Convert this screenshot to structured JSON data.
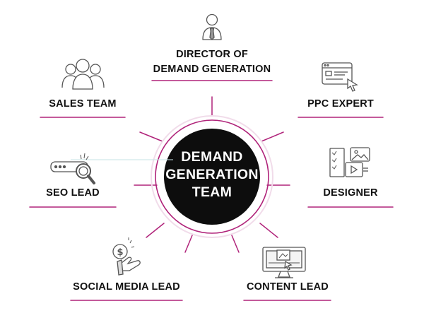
{
  "colors": {
    "accent": "#b0237a",
    "ring": "#f1dcea",
    "center_fill": "#0d0d0d",
    "text": "#111111",
    "icon_stroke": "#555555"
  },
  "center": {
    "lines": [
      "DEMAND",
      "GENERATION",
      "TEAM"
    ]
  },
  "roles": {
    "director": {
      "line1": "DIRECTOR OF",
      "line2": "DEMAND GENERATION",
      "icon": "person-with-tie-icon"
    },
    "sales": {
      "label": "SALES TEAM",
      "icon": "group-people-icon"
    },
    "ppc": {
      "label": "PPC EXPERT",
      "icon": "browser-cursor-icon"
    },
    "seo": {
      "label": "SEO LEAD",
      "icon": "magnifier-search-icon"
    },
    "designer": {
      "label": "DESIGNER",
      "icon": "design-layout-icon"
    },
    "social": {
      "label": "SOCIAL MEDIA LEAD",
      "icon": "hand-dollar-coin-icon"
    },
    "content": {
      "label": "CONTENT LEAD",
      "icon": "monitor-content-icon"
    }
  }
}
